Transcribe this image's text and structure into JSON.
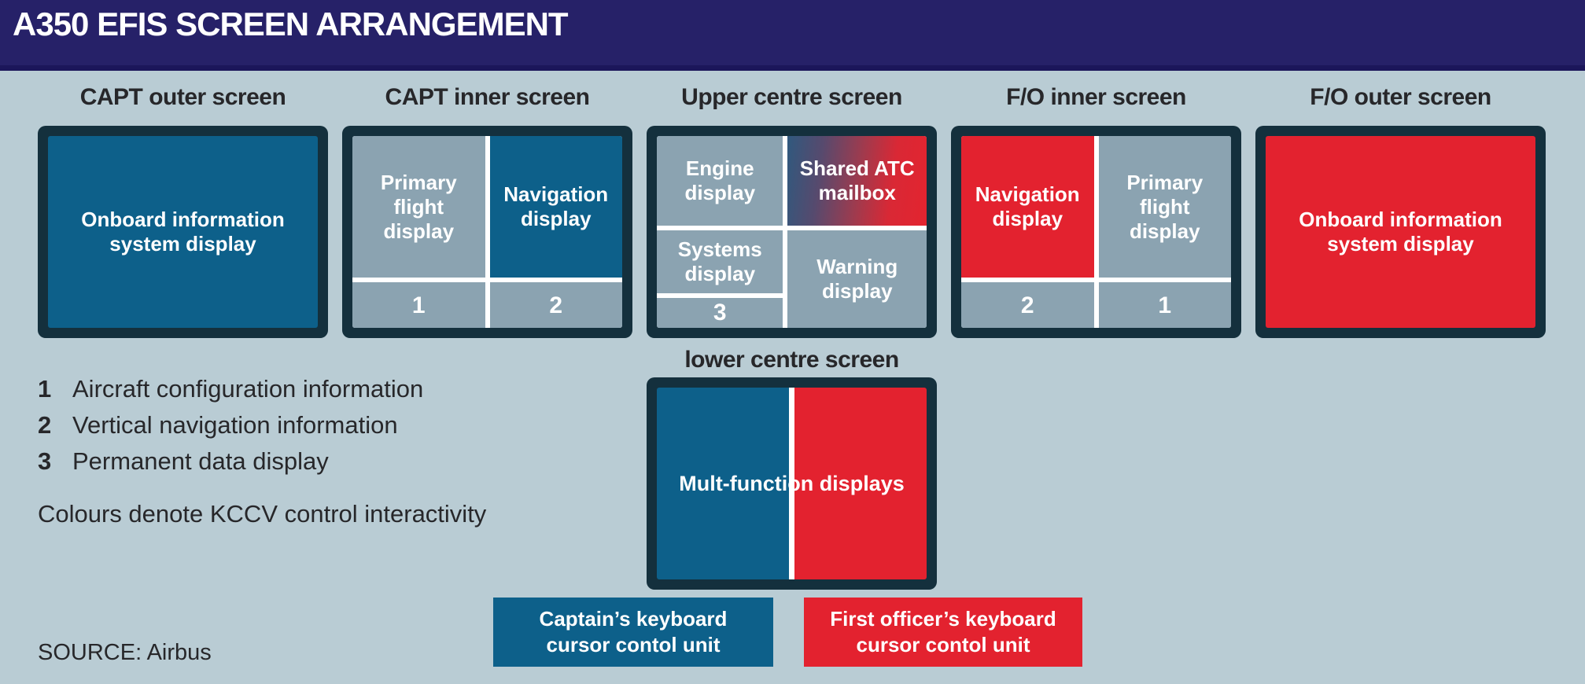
{
  "header": {
    "title": "A350 EFIS SCREEN ARRANGEMENT"
  },
  "screens": {
    "capt_outer": {
      "title": "CAPT outer screen",
      "label": "Onboard information system display"
    },
    "capt_inner": {
      "title": "CAPT inner screen",
      "cells": {
        "pfd": "Primary flight display",
        "nd": "Navigation display",
        "n1": "1",
        "n2": "2"
      }
    },
    "upper_centre": {
      "title": "Upper centre screen",
      "cells": {
        "engine": "Engine display",
        "atc": "Shared ATC mailbox",
        "systems": "Systems display",
        "n3": "3",
        "warning": "Warning display"
      }
    },
    "fo_inner": {
      "title": "F/O inner screen",
      "cells": {
        "nd": "Navigation display",
        "pfd": "Primary flight display",
        "n2": "2",
        "n1": "1"
      }
    },
    "fo_outer": {
      "title": "F/O outer screen",
      "label": "Onboard information system display"
    }
  },
  "lower_centre": {
    "title": "lower centre screen",
    "label": "Mult-function displays"
  },
  "legend": {
    "items": [
      {
        "num": "1",
        "text": "Aircraft configuration information"
      },
      {
        "num": "2",
        "text": "Vertical navigation information"
      },
      {
        "num": "3",
        "text": "Permanent data display"
      }
    ],
    "note": "Colours denote KCCV control interactivity"
  },
  "source": {
    "text": "SOURCE: Airbus"
  },
  "kccu": {
    "captain": {
      "line1": "Captain’s keyboard",
      "line2": "cursor contol unit"
    },
    "first_officer": {
      "line1": "First officer’s keyboard",
      "line2": "cursor contol unit"
    }
  },
  "colors": {
    "header_navy": "#262168",
    "background": "#b9ccd4",
    "panel_border": "#14303d",
    "captain_blue": "#0d608a",
    "first_officer_red": "#e3222f",
    "neutral_gray": "#8ba3b1",
    "divider_white": "#ffffff",
    "text_dark": "#27272a"
  }
}
